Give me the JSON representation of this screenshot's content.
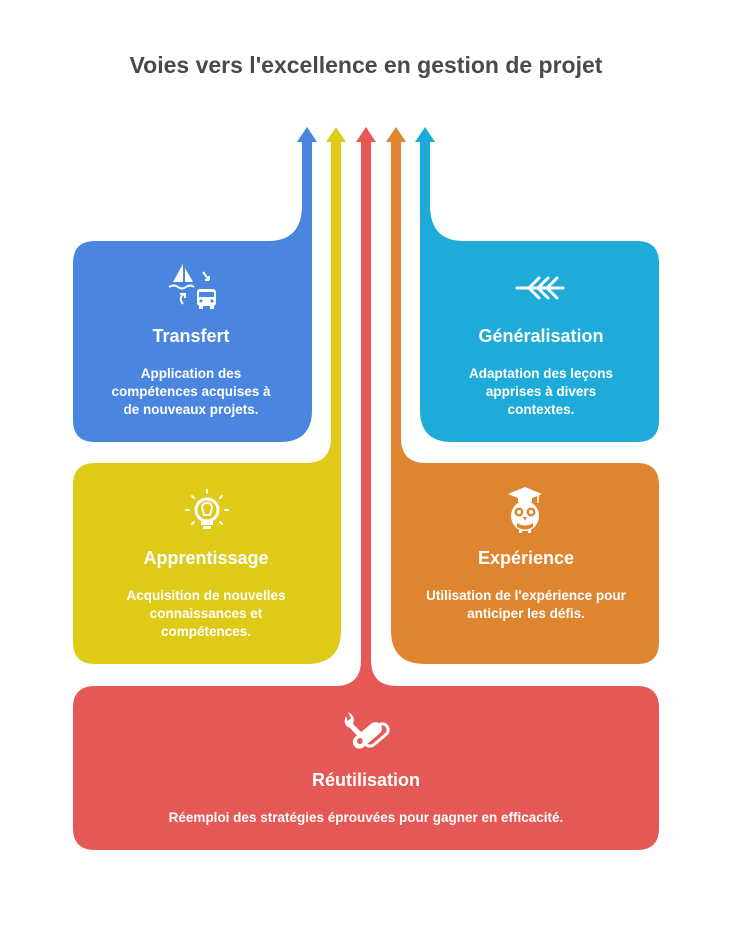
{
  "title": "Voies vers l'excellence en gestion de projet",
  "colors": {
    "transfert": "#4a86e0",
    "apprentissage": "#dfca18",
    "reutilisation": "#e65855",
    "experience": "#e0852f",
    "generalisation": "#1eabd9"
  },
  "cards": {
    "transfert": {
      "icon": "boat-bus-transfer-icon",
      "title": "Transfert",
      "desc1": "Application des",
      "desc2": "compétences acquises à",
      "desc3": "de nouveaux projets."
    },
    "generalisation": {
      "icon": "arrow-left-icon",
      "title": "Généralisation",
      "desc1": "Adaptation des leçons",
      "desc2": "apprises à divers",
      "desc3": "contextes."
    },
    "apprentissage": {
      "icon": "lightbulb-icon",
      "title": "Apprentissage",
      "desc1": "Acquisition de nouvelles",
      "desc2": "connaissances et",
      "desc3": "compétences."
    },
    "experience": {
      "icon": "owl-graduate-icon",
      "title": "Expérience",
      "desc1": "Utilisation de l'expérience pour",
      "desc2": "anticiper les défis."
    },
    "reutilisation": {
      "icon": "wrench-chain-icon",
      "title": "Réutilisation",
      "desc1": "Réemploi des stratégies éprouvées pour gagner en efficacité."
    }
  }
}
